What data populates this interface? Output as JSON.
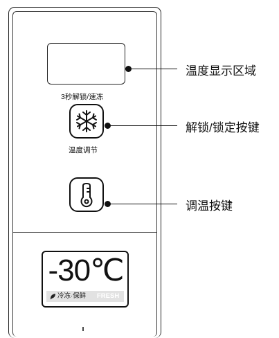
{
  "labels": {
    "unlock_title": "3秒解锁/速冻",
    "temp_adjust_title": "温度调节"
  },
  "callouts": {
    "display_area": "温度显示区域",
    "unlock_key": "解锁/锁定按键",
    "temp_key": "调温按键"
  },
  "lcd": {
    "temperature": "-30℃",
    "mode_text": "冷冻·保鲜",
    "fresh_text": "FRESH"
  },
  "icons": {
    "unlock_button": "snowflake-icon",
    "temp_button": "thermometer-icon",
    "lcd_mode": "leaf-icon"
  },
  "colors": {
    "line": "#111111",
    "lcd_bar": "#e2e2e2"
  }
}
